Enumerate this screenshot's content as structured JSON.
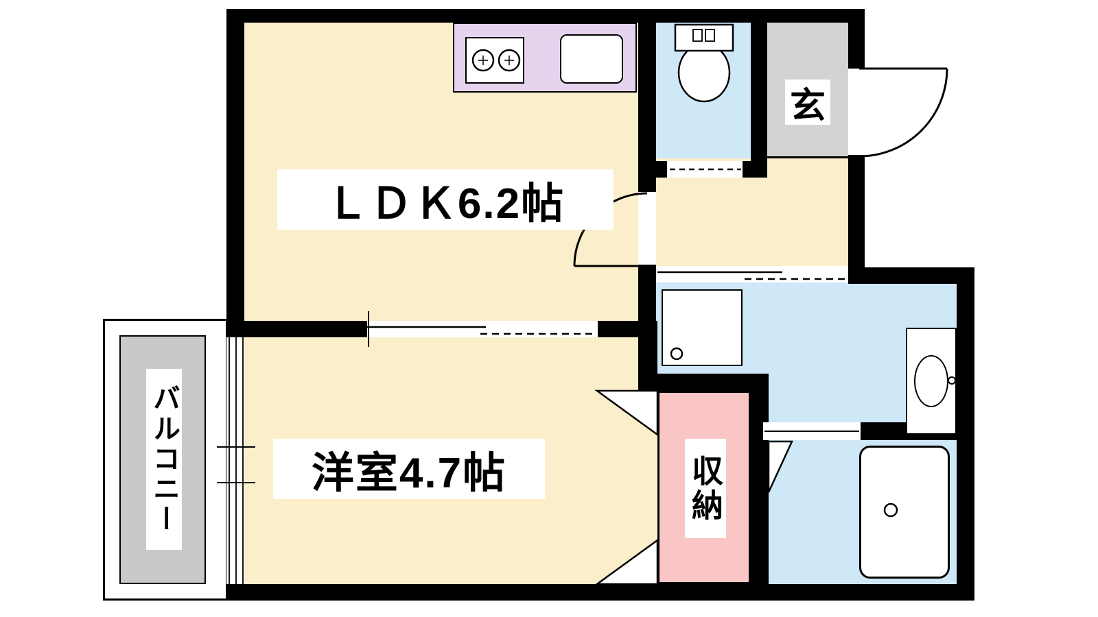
{
  "floorplan": {
    "rooms": {
      "ldk": {
        "label": "ＬＤＫ6.2帖"
      },
      "western_room": {
        "label": "洋室4.7帖"
      },
      "entrance": {
        "label": "玄"
      },
      "storage": {
        "label": "収納"
      },
      "balcony": {
        "label": "バルコニー"
      }
    },
    "colors": {
      "wall_black": "#000000",
      "room_cream": "#fbeecb",
      "water_blue": "#cfe8f8",
      "kitchen_lavender": "#e6d3ee",
      "closet_pink": "#f9c5c5",
      "genkan_gray": "#d3d3d3",
      "balcony_gray": "#c9c9c9"
    }
  }
}
